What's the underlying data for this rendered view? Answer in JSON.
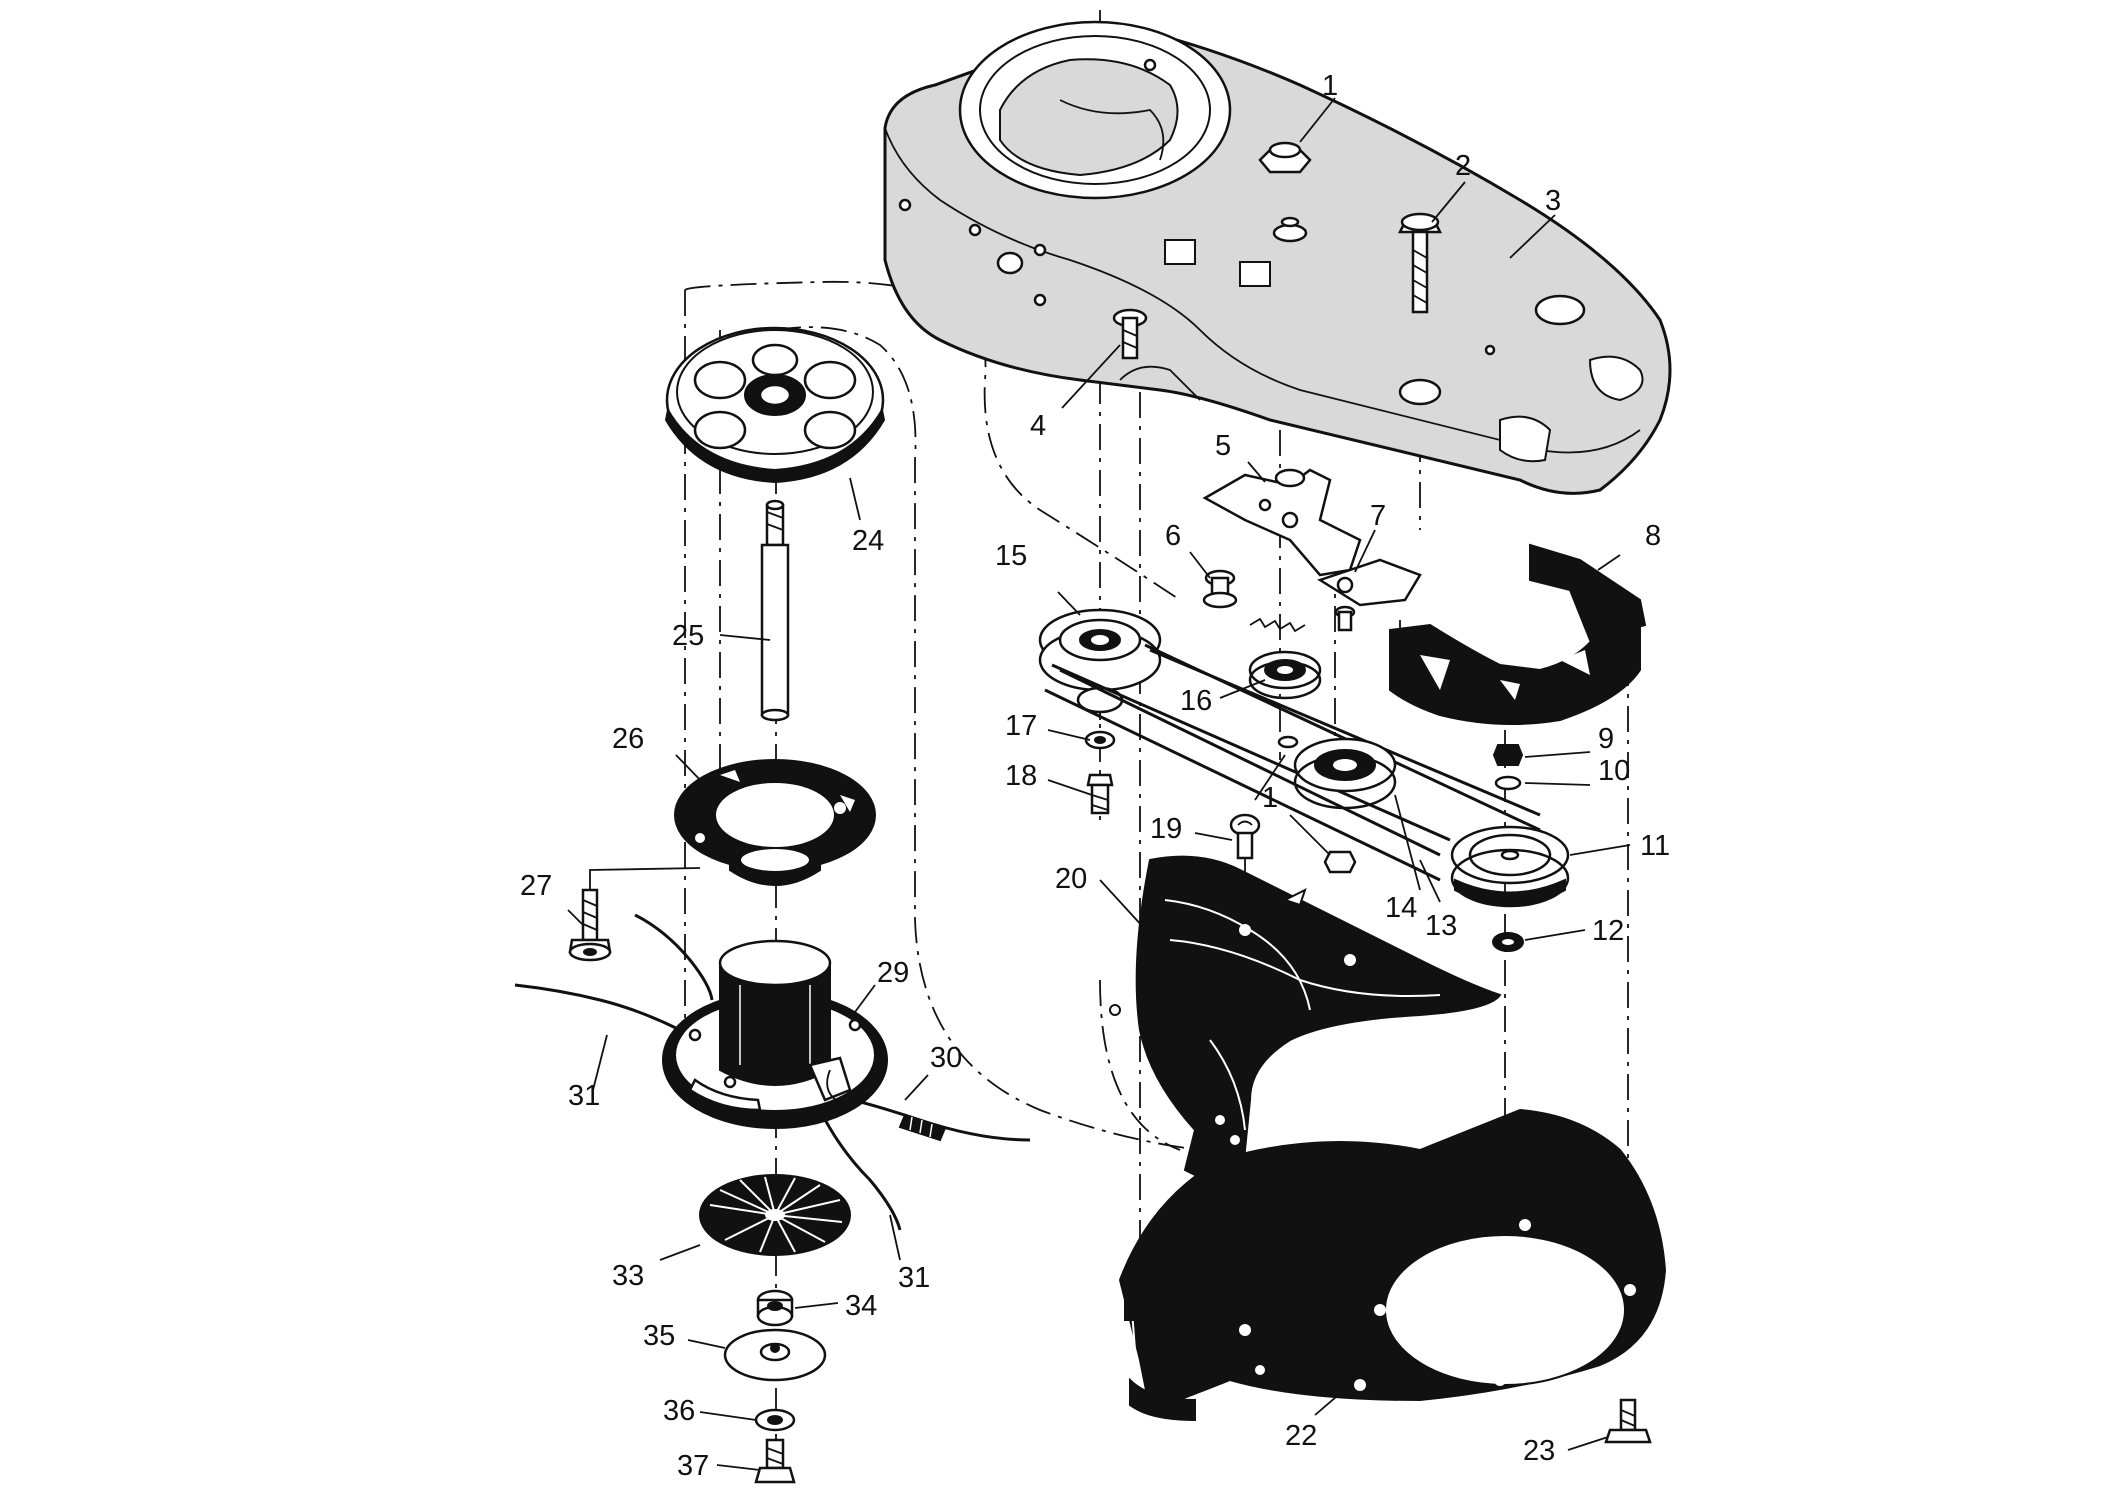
{
  "callouts": [
    {
      "id": "c1a",
      "text": "1"
    },
    {
      "id": "c2",
      "text": "2"
    },
    {
      "id": "c3",
      "text": "3"
    },
    {
      "id": "c4",
      "text": "4"
    },
    {
      "id": "c5",
      "text": "5"
    },
    {
      "id": "c6",
      "text": "6"
    },
    {
      "id": "c7",
      "text": "7"
    },
    {
      "id": "c8",
      "text": "8"
    },
    {
      "id": "c9",
      "text": "9"
    },
    {
      "id": "c10",
      "text": "10"
    },
    {
      "id": "c11",
      "text": "11"
    },
    {
      "id": "c12",
      "text": "12"
    },
    {
      "id": "c13",
      "text": "13"
    },
    {
      "id": "c14",
      "text": "14"
    },
    {
      "id": "c1b",
      "text": "1"
    },
    {
      "id": "c15",
      "text": "15"
    },
    {
      "id": "c16",
      "text": "16"
    },
    {
      "id": "c17",
      "text": "17"
    },
    {
      "id": "c18",
      "text": "18"
    },
    {
      "id": "c19",
      "text": "19"
    },
    {
      "id": "c20",
      "text": "20"
    },
    {
      "id": "c22",
      "text": "22"
    },
    {
      "id": "c23",
      "text": "23"
    },
    {
      "id": "c24",
      "text": "24"
    },
    {
      "id": "c25",
      "text": "25"
    },
    {
      "id": "c26",
      "text": "26"
    },
    {
      "id": "c27",
      "text": "27"
    },
    {
      "id": "c29",
      "text": "29"
    },
    {
      "id": "c30",
      "text": "30"
    },
    {
      "id": "c31a",
      "text": "31"
    },
    {
      "id": "c31b",
      "text": "31"
    },
    {
      "id": "c33",
      "text": "33"
    },
    {
      "id": "c34",
      "text": "34"
    },
    {
      "id": "c35",
      "text": "35"
    },
    {
      "id": "c36",
      "text": "36"
    },
    {
      "id": "c37",
      "text": "37"
    }
  ]
}
